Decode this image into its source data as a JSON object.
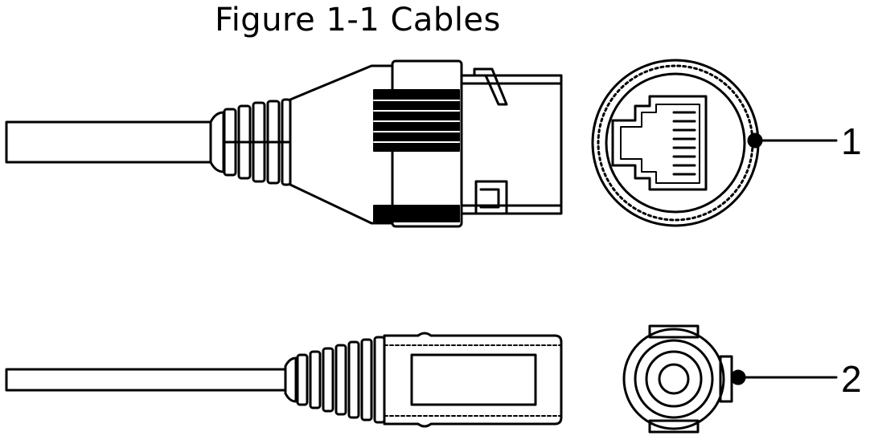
{
  "figure": {
    "title": "Figure 1-1 Cables"
  },
  "callouts": [
    {
      "number": "1"
    },
    {
      "number": "2"
    }
  ]
}
